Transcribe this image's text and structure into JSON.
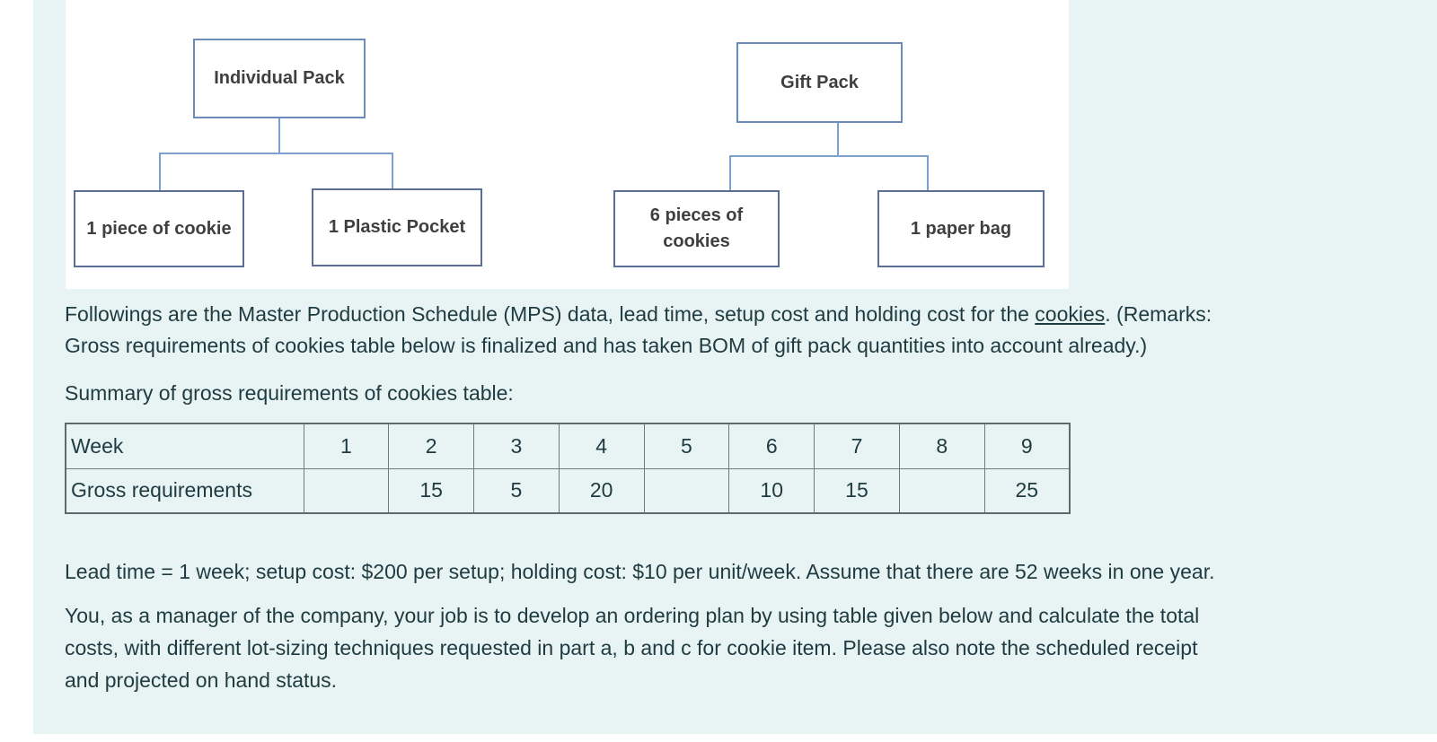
{
  "diagram": {
    "trees": [
      {
        "parent": "Individual Pack",
        "children": [
          "1 piece of cookie",
          "1 Plastic Pocket"
        ]
      },
      {
        "parent": "Gift Pack",
        "children": [
          "6 pieces of cookies",
          "1 paper bag"
        ]
      }
    ]
  },
  "intro": {
    "line1_before": "Followings are the Master Production Schedule (MPS) data, lead time, setup cost and holding cost for the ",
    "cookies_underlined": "cookies",
    "line1_after": ". (Remarks:",
    "line2": "Gross requirements of cookies table below is finalized and has taken BOM of gift pack quantities into account already.)"
  },
  "summary_label": "Summary of gross requirements of cookies table:",
  "table": {
    "rows": [
      {
        "label": "Week",
        "cells": [
          "1",
          "2",
          "3",
          "4",
          "5",
          "6",
          "7",
          "8",
          "9"
        ]
      },
      {
        "label": "Gross requirements",
        "cells": [
          "",
          "15",
          "5",
          "20",
          "",
          "10",
          "15",
          "",
          "25"
        ]
      }
    ]
  },
  "lead_time_line": "Lead time = 1 week; setup cost: $200 per setup; holding cost: $10 per unit/week. Assume that there are 52 weeks in one year.",
  "task": {
    "line1": "You, as a manager of the company, your job is to develop an ordering plan by using table given below and calculate the total",
    "line2": "costs, with different lot-sizing techniques requested in part a, b and c for cookie item. Please also note the scheduled receipt",
    "line3": "and projected on hand status."
  },
  "colors": {
    "content_background": "#e8f3f4",
    "body_text": "#1e3b41",
    "diagram_parent_border": "#6b8cba",
    "diagram_child_border": "#5b6e96",
    "diagram_connector": "#7da0cc",
    "diagram_text": "#3f3f3f",
    "table_border": "#6e7b7e"
  }
}
